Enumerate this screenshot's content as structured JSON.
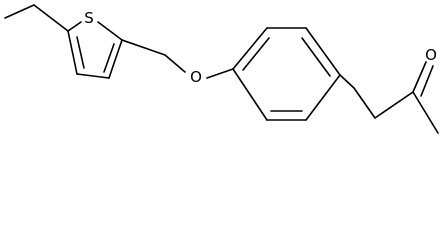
{
  "molecule": {
    "atoms": {
      "sulfur": "S",
      "ether_oxygen": "O",
      "ketone_oxygen": "O"
    }
  },
  "colors": {
    "background": "#ffffff",
    "bond": "#000000"
  }
}
